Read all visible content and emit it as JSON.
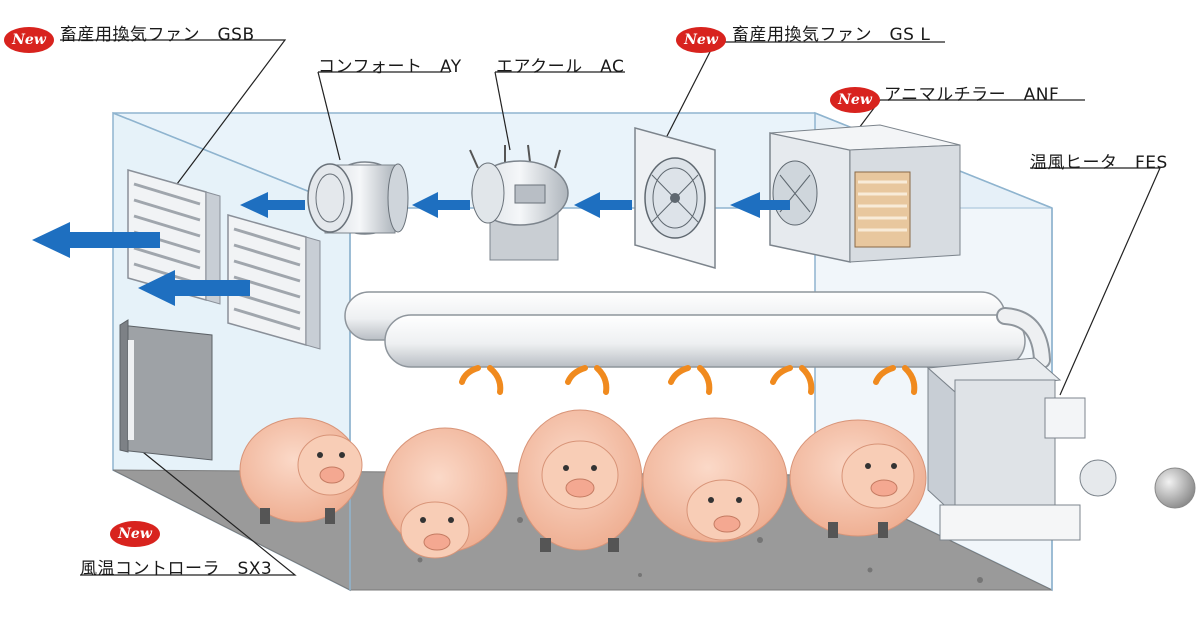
{
  "badges": {
    "new": "New"
  },
  "labels": {
    "gsb": "畜産用換気ファン　GSB",
    "ay": "コンフォート　AY",
    "ac": "エアクール　AC",
    "gsl": "畜産用換気ファン　GS L",
    "anf": "アニマルチラー　ANF",
    "fes": "温風ヒータ　FES",
    "sx3": "風温コントローラ　SX3"
  },
  "colors": {
    "badge_red": "#d8231e",
    "air_arrow_blue": "#1e6fc0",
    "warm_arrow_orange": "#f08a1e",
    "pig_pink": "#f6c3ac",
    "floor_gray": "#8c8c8c",
    "room_glass": "#dcecf6"
  },
  "icons": {
    "exhaust_arrows": "blue-airflow-arrow",
    "warm_air": "orange-warm-air-arrow",
    "animals": "pig-icon"
  }
}
